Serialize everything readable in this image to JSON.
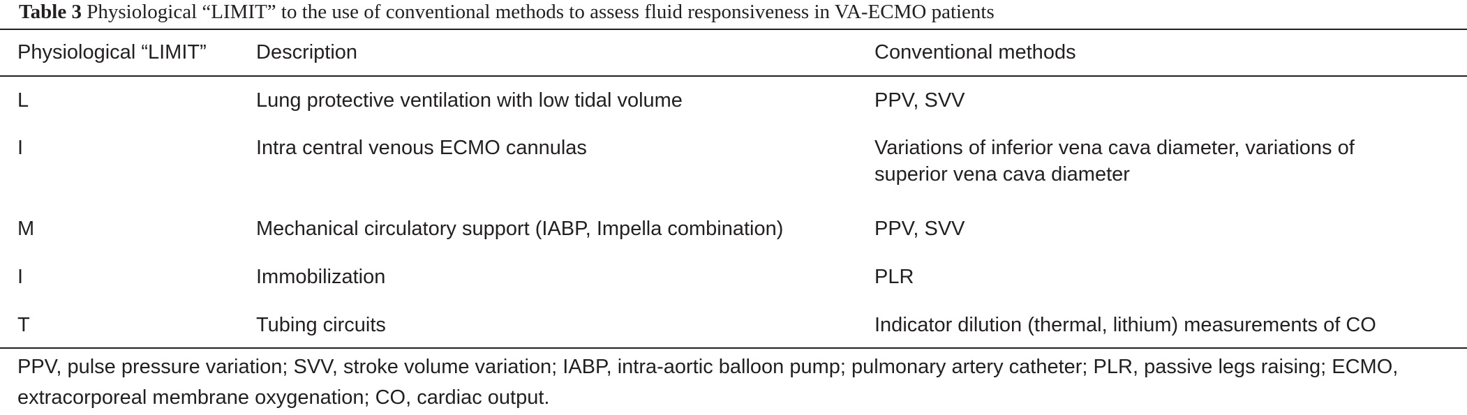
{
  "caption": {
    "label": "Table 3",
    "title": "Physiological “LIMIT” to the use of conventional methods to assess fluid responsiveness in VA-ECMO patients"
  },
  "table": {
    "headers": [
      "Physiological “LIMIT”",
      "Description",
      "Conventional methods"
    ],
    "rows": [
      {
        "letter": "L",
        "description": "Lung protective ventilation with low tidal volume",
        "methods": "PPV, SVV"
      },
      {
        "letter": "I",
        "description": "Intra central venous ECMO cannulas",
        "methods": "Variations of inferior vena cava diameter, variations of superior vena cava diameter"
      },
      {
        "letter": "M",
        "description": "Mechanical circulatory support (IABP, Impella combination)",
        "methods": "PPV, SVV"
      },
      {
        "letter": "I",
        "description": "Immobilization",
        "methods": "PLR"
      },
      {
        "letter": "T",
        "description": "Tubing circuits",
        "methods": "Indicator dilution (thermal, lithium) measurements of CO"
      }
    ]
  },
  "footnote": "PPV, pulse pressure variation; SVV, stroke volume variation; IABP, intra-aortic balloon pump; pulmonary artery catheter; PLR, passive legs raising; ECMO, extracorporeal membrane oxygenation; CO, cardiac output."
}
